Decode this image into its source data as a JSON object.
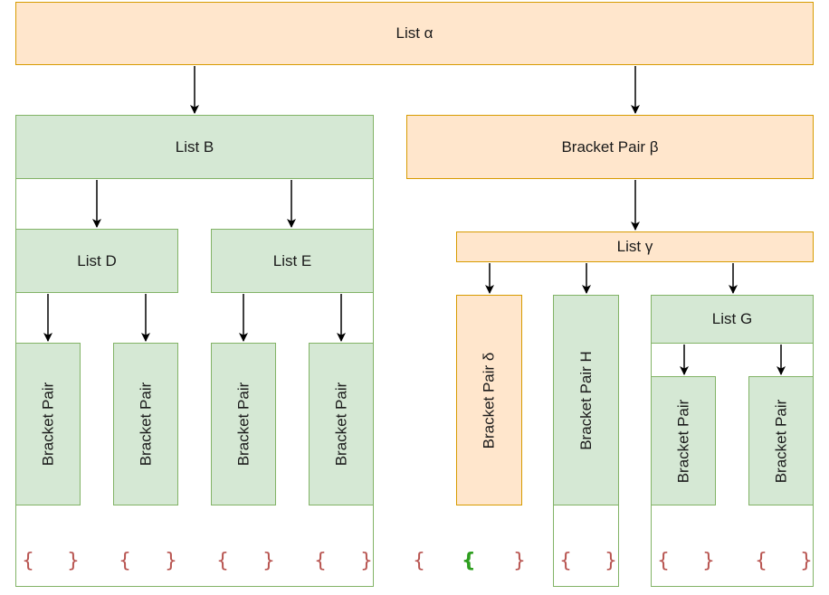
{
  "nodes": {
    "list_alpha": "List α",
    "list_b": "List B",
    "bracket_pair_beta": "Bracket Pair β",
    "list_d": "List D",
    "list_e": "List E",
    "list_gamma": "List γ",
    "bracket_pair_delta": "Bracket Pair δ",
    "bracket_pair_h": "Bracket Pair H",
    "list_g": "List G",
    "bracket_pair_1": "Bracket Pair",
    "bracket_pair_2": "Bracket Pair",
    "bracket_pair_3": "Bracket Pair",
    "bracket_pair_4": "Bracket Pair",
    "bracket_pair_5": "Bracket Pair",
    "bracket_pair_6": "Bracket Pair"
  },
  "braces": {
    "open": "{",
    "close": "}"
  },
  "colors": {
    "orange_fill": "#ffe6cc",
    "orange_stroke": "#d79b00",
    "green_fill": "#d5e8d4",
    "green_stroke": "#82b366",
    "brace_red": "#b85450",
    "brace_green": "#2e9e1f"
  }
}
